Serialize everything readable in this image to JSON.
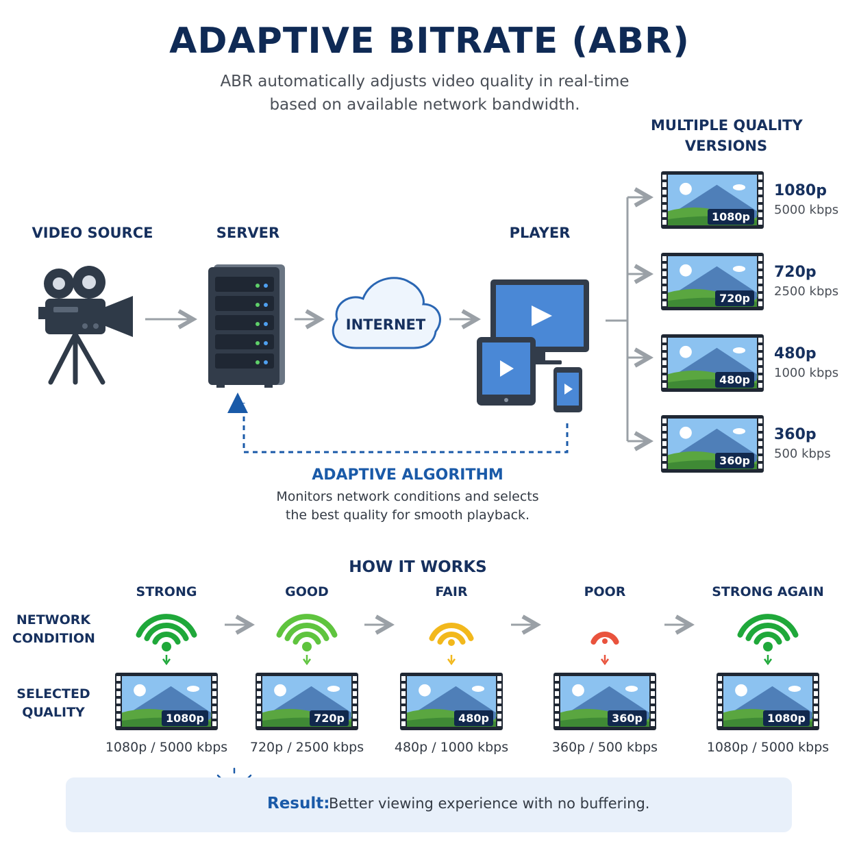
{
  "title": "ADAPTIVE BITRATE (ABR)",
  "subtitle_line1": "ABR automatically adjusts video quality in real-time",
  "subtitle_line2": "based on available network bandwidth.",
  "flow": {
    "video_source": "VIDEO SOURCE",
    "server": "SERVER",
    "internet": "INTERNET",
    "player": "PLAYER"
  },
  "versions_heading_line1": "MULTIPLE QUALITY",
  "versions_heading_line2": "VERSIONS",
  "versions": [
    {
      "badge": "1080p",
      "name": "1080p",
      "rate": "5000 kbps"
    },
    {
      "badge": "720p",
      "name": "720p",
      "rate": "2500 kbps"
    },
    {
      "badge": "480p",
      "name": "480p",
      "rate": "1000 kbps"
    },
    {
      "badge": "360p",
      "name": "360p",
      "rate": "500 kbps"
    }
  ],
  "algorithm": {
    "title": "ADAPTIVE ALGORITHM",
    "line1": "Monitors network conditions and selects",
    "line2": "the best quality for smooth playback."
  },
  "how": {
    "title": "HOW IT WORKS",
    "network_label_line1": "NETWORK",
    "network_label_line2": "CONDITION",
    "quality_label_line1": "SELECTED",
    "quality_label_line2": "QUALITY",
    "steps": [
      {
        "condition": "STRONG",
        "badge": "1080p",
        "caption": "1080p / 5000 kbps",
        "color": "#1fa83a",
        "bars": 3
      },
      {
        "condition": "GOOD",
        "badge": "720p",
        "caption": "720p / 2500 kbps",
        "color": "#5fc43e",
        "bars": 3
      },
      {
        "condition": "FAIR",
        "badge": "480p",
        "caption": "480p / 1000 kbps",
        "color": "#f2b81c",
        "bars": 2
      },
      {
        "condition": "POOR",
        "badge": "360p",
        "caption": "360p / 500 kbps",
        "color": "#e9533d",
        "bars": 1
      },
      {
        "condition": "STRONG AGAIN",
        "badge": "1080p",
        "caption": "1080p / 5000 kbps",
        "color": "#1fa83a",
        "bars": 3
      }
    ]
  },
  "result": {
    "label": "Result:",
    "text": "Better viewing experience with no buffering."
  },
  "colors": {
    "navy": "#16305e",
    "accent_blue": "#1a5aa8",
    "arrow_gray": "#9aa0a6"
  }
}
